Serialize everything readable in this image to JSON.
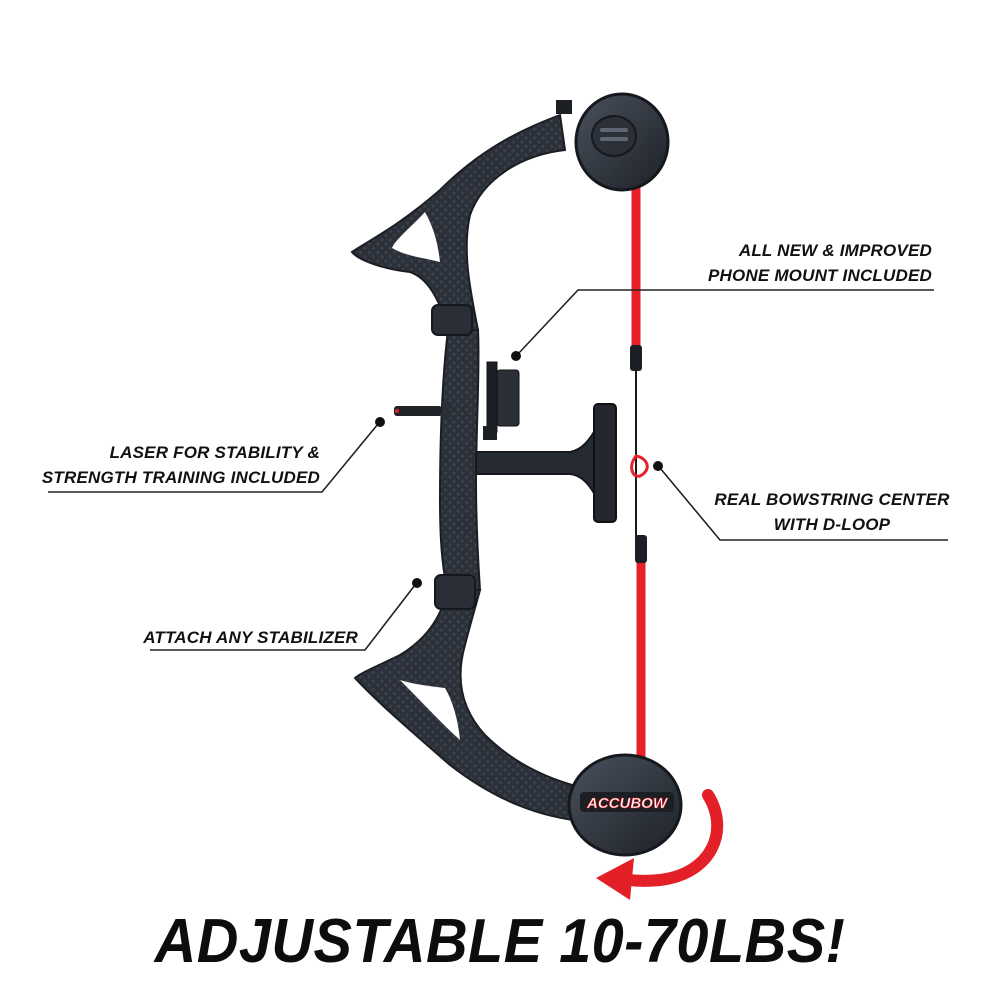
{
  "colors": {
    "bow_body": "#2b3038",
    "bow_highlight": "#596171",
    "string_red": "#e8202a",
    "arrow_red": "#e32028",
    "text": "#111111",
    "leader_line": "#222222"
  },
  "callouts": {
    "phone_mount": {
      "line1": "ALL NEW & IMPROVED",
      "line2": "PHONE MOUNT INCLUDED"
    },
    "laser": {
      "line1": "LASER FOR STABILITY &",
      "line2": "STRENGTH TRAINING INCLUDED"
    },
    "bowstring": {
      "line1": "REAL BOWSTRING CENTER",
      "line2": "WITH D-LOOP"
    },
    "stabilizer": {
      "line1": "ATTACH ANY STABILIZER"
    }
  },
  "brand": {
    "cam_logo": "ACCUBOW"
  },
  "headline": "ADJUSTABLE 10-70LBS!"
}
